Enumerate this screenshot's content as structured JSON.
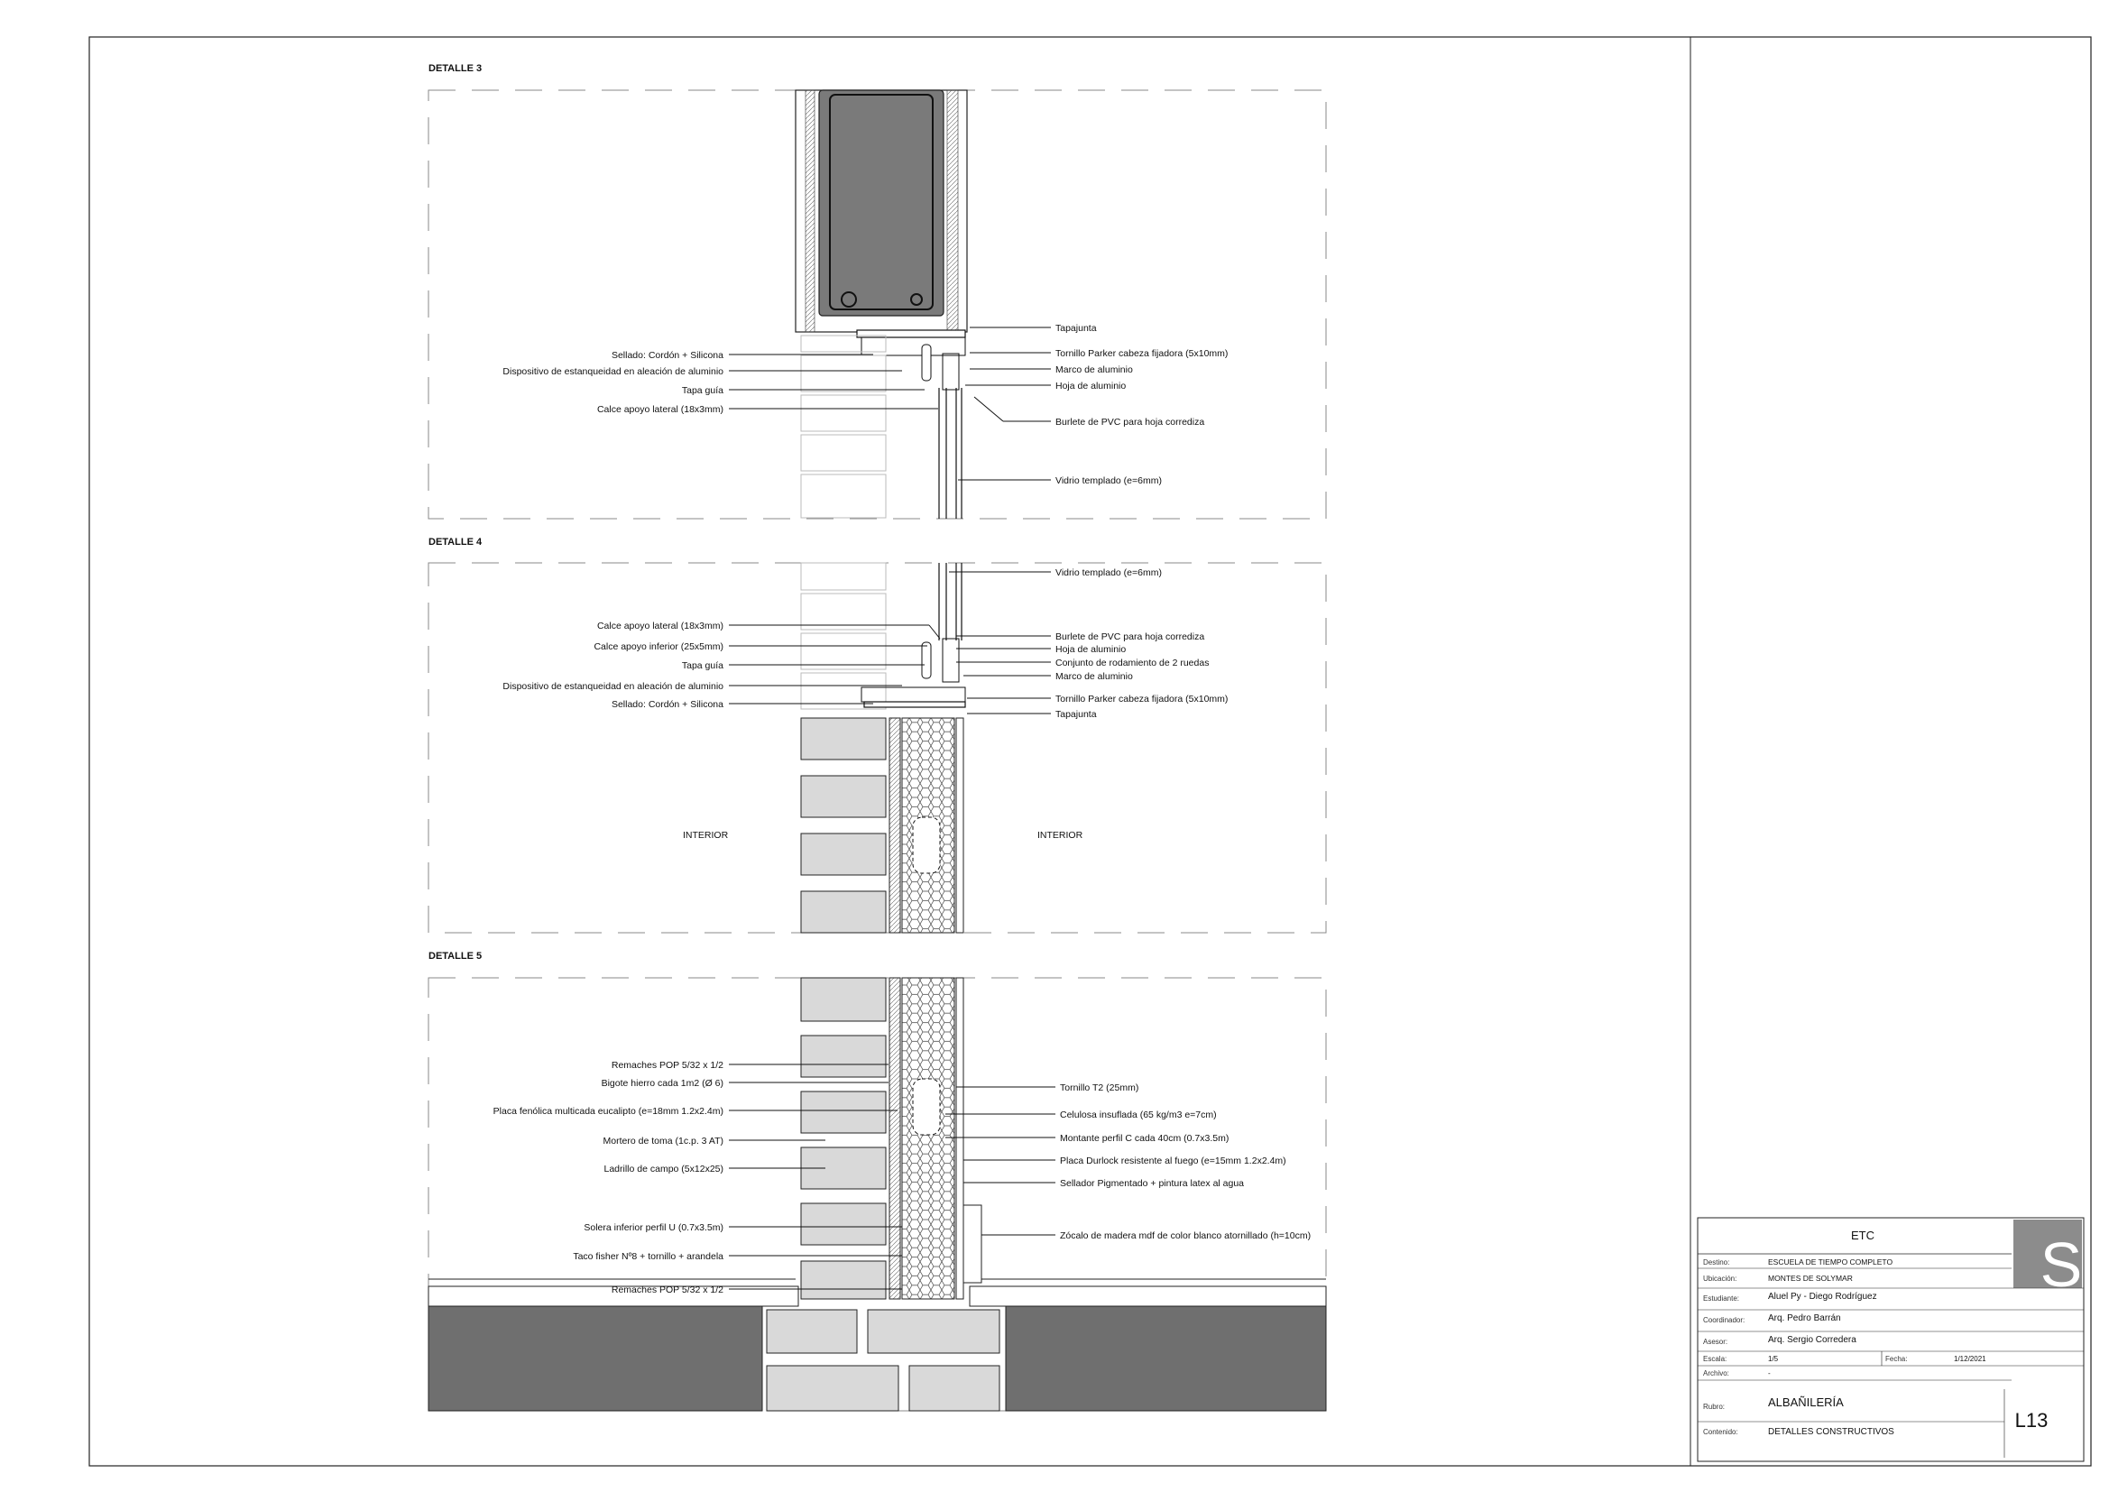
{
  "details": [
    {
      "title": "DETALLE 3"
    },
    {
      "title": "DETALLE 4"
    },
    {
      "title": "DETALLE 5"
    }
  ],
  "d3": {
    "left": [
      "Sellado: Cordón + Silicona",
      "Dispositivo de estanqueidad en aleación de aluminio",
      "Tapa guía",
      "Calce apoyo lateral (18x3mm)"
    ],
    "right": [
      "Tapajunta",
      "Tornillo Parker cabeza fijadora (5x10mm)",
      "Marco de aluminio",
      "Hoja de aluminio",
      "Burlete de PVC para hoja corrediza",
      "Vidrio templado (e=6mm)"
    ]
  },
  "d4": {
    "left": [
      "Calce apoyo lateral (18x3mm)",
      "Calce apoyo inferior (25x5mm)",
      "Tapa guía",
      "Dispositivo de estanqueidad en aleación de aluminio",
      "Sellado: Cordón + Silicona"
    ],
    "right": [
      "Vidrio templado (e=6mm)",
      "Burlete de PVC para hoja corrediza",
      "Hoja de aluminio",
      "Conjunto de rodamiento de 2 ruedas",
      "Marco de aluminio",
      "Tornillo Parker cabeza fijadora (5x10mm)",
      "Tapajunta"
    ],
    "interior_left": "INTERIOR",
    "interior_right": "INTERIOR"
  },
  "d5": {
    "left": [
      "Remaches POP 5/32 x 1/2",
      "Bigote hierro cada 1m2 (Ø 6)",
      "Placa fenólica multicada eucalipto (e=18mm 1.2x2.4m)",
      "Mortero de toma (1c.p. 3 AT)",
      "Ladrillo de campo (5x12x25)",
      "Solera inferior perfil U (0.7x3.5m)",
      "Taco fisher Nº8 + tornillo + arandela",
      "Remaches POP 5/32 x 1/2"
    ],
    "right": [
      "Tornillo T2 (25mm)",
      "Celulosa insuflada (65 kg/m3 e=7cm)",
      "Montante perfil C cada 40cm (0.7x3.5m)",
      "Placa Durlock resistente al fuego (e=15mm 1.2x2.4m)",
      "Sellador Pigmentado + pintura latex al agua",
      "Zócalo de madera mdf de color blanco atornillado (h=10cm)"
    ]
  },
  "titleblock": {
    "header": "ETC",
    "logo": "S",
    "rows": [
      {
        "label": "Destino:",
        "value": "ESCUELA DE TIEMPO COMPLETO"
      },
      {
        "label": "Ubicación:",
        "value": "MONTES DE SOLYMAR"
      },
      {
        "label": "Estudiante:",
        "value": "Aluel Py - Diego Rodríguez"
      },
      {
        "label": "Coordinador:",
        "value": "Arq. Pedro Barrán"
      },
      {
        "label": "Asesor:",
        "value": "Arq. Sergio Corredera"
      }
    ],
    "scale_label": "Escala:",
    "scale_value": "1/5",
    "date_label": "Fecha:",
    "date_value": "1/12/2021",
    "file_label": "Archivo:",
    "file_value": "-",
    "rubro_label": "Rubro:",
    "rubro_value": "ALBAÑILERÍA",
    "contenido_label": "Contenido:",
    "contenido_value": "DETALLES CONSTRUCTIVOS",
    "sheet_number": "L13"
  },
  "colors": {
    "dark_fill": "#7a7a7a",
    "brick_fill": "#d9d9d9",
    "slab_fill": "#6f6f6f",
    "logo_fill": "#8c8c8c"
  }
}
